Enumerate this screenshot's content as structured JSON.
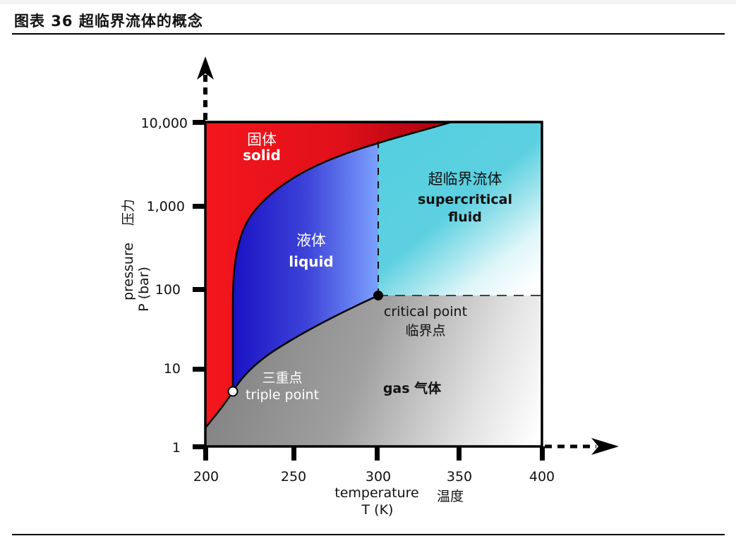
{
  "figure": {
    "title": "图表 36 超临界流体的概念"
  },
  "axes": {
    "y_label_en": "pressure",
    "y_label_cn": "压力",
    "y_unit": "P (bar)",
    "x_label_en": "temperature",
    "x_label_cn": "温度",
    "x_unit": "T (K)",
    "y_ticks": [
      "10,000",
      "1,000",
      "100",
      "10",
      "1"
    ],
    "x_ticks": [
      "200",
      "250",
      "300",
      "350",
      "400"
    ]
  },
  "regions": {
    "solid": {
      "cn": "固体",
      "en": "solid",
      "color": "#e8141a"
    },
    "liquid": {
      "cn": "液体",
      "en": "liquid",
      "color": "#2a22c8"
    },
    "supercritical": {
      "cn": "超临界流体",
      "en_line1": "supercritical",
      "en_line2": "fluid",
      "color": "#55cfe0"
    },
    "gas": {
      "label": "gas 气体",
      "color": "#8a8a8a"
    }
  },
  "points": {
    "triple": {
      "cn": "三重点",
      "en": "triple point",
      "T": 216,
      "P": 5.1
    },
    "critical": {
      "en": "critical point",
      "cn": "临界点",
      "T": 304,
      "P": 74
    }
  },
  "chart_data": {
    "type": "phase-diagram",
    "title": "超临界流体的概念",
    "xlabel": "temperature 温度 T (K)",
    "ylabel": "pressure 压力 P (bar)",
    "xlim": [
      200,
      400
    ],
    "ylim": [
      1,
      10000
    ],
    "yscale": "log",
    "x_ticks": [
      200,
      250,
      300,
      350,
      400
    ],
    "y_ticks": [
      1,
      10,
      100,
      1000,
      10000
    ],
    "regions": [
      "solid 固体",
      "liquid 液体",
      "supercritical fluid 超临界流体",
      "gas 气体"
    ],
    "triple_point": {
      "T": 216,
      "P": 5.1
    },
    "critical_point": {
      "T": 304,
      "P": 74
    },
    "boundaries": {
      "sublimation": [
        [
          200,
          1.7
        ],
        [
          216,
          5.1
        ]
      ],
      "vaporization": [
        [
          216,
          5.1
        ],
        [
          250,
          18
        ],
        [
          280,
          40
        ],
        [
          304,
          74
        ]
      ],
      "melting": [
        [
          216,
          5.1
        ],
        [
          217,
          100
        ],
        [
          222,
          700
        ],
        [
          260,
          3000
        ],
        [
          304,
          6000
        ],
        [
          346,
          10000
        ]
      ]
    }
  }
}
